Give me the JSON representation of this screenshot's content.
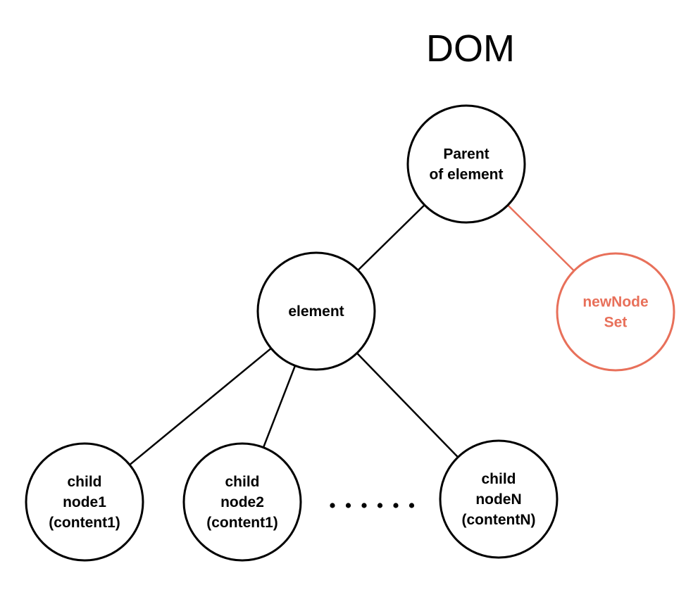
{
  "title": "DOM",
  "colors": {
    "default": "#000000",
    "highlight": "#E8705A"
  },
  "nodes": [
    {
      "id": "parent",
      "lines": [
        "Parent",
        "of element"
      ],
      "color": "#000000"
    },
    {
      "id": "element",
      "lines": [
        "element"
      ],
      "color": "#000000"
    },
    {
      "id": "newnode",
      "lines": [
        "newNode",
        "Set"
      ],
      "color": "#E8705A"
    },
    {
      "id": "child1",
      "lines": [
        "child",
        "node1",
        "(content1)"
      ],
      "color": "#000000"
    },
    {
      "id": "child2",
      "lines": [
        "child",
        "node2",
        "(content1)"
      ],
      "color": "#000000"
    },
    {
      "id": "childN",
      "lines": [
        "child",
        "nodeN",
        "(contentN)"
      ],
      "color": "#000000"
    }
  ],
  "edges": [
    {
      "from": "parent",
      "to": "element",
      "color": "#000000"
    },
    {
      "from": "parent",
      "to": "newnode",
      "color": "#E8705A"
    },
    {
      "from": "element",
      "to": "child1",
      "color": "#000000"
    },
    {
      "from": "element",
      "to": "child2",
      "color": "#000000"
    },
    {
      "from": "element",
      "to": "childN",
      "color": "#000000"
    }
  ],
  "ellipsis": "......"
}
